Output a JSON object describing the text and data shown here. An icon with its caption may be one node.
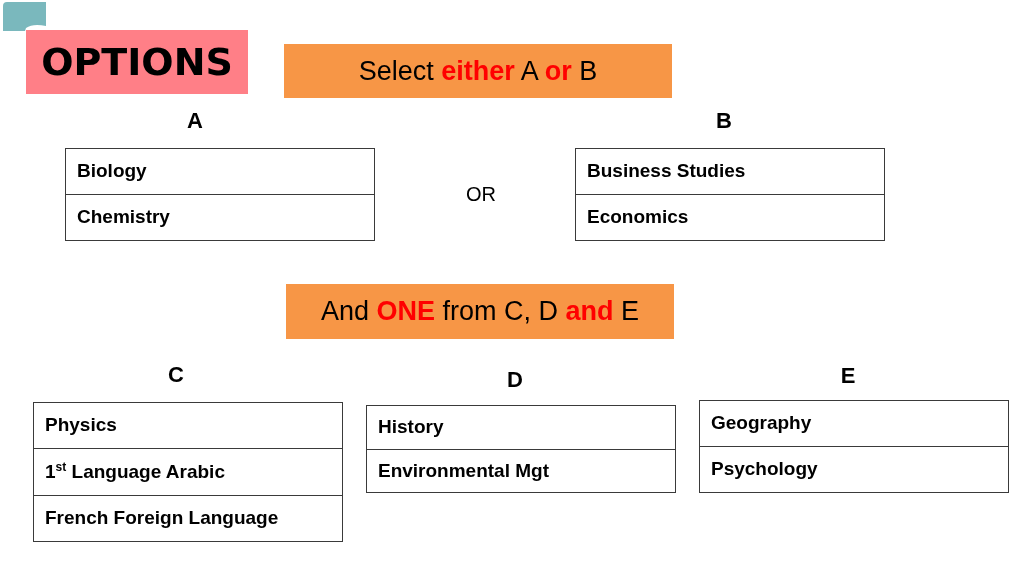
{
  "diagram": {
    "title": "OPTIONS",
    "nodes": [
      {
        "text": [
          "Select **either** A **or** B"
        ]
      },
      {
        "text": [
          "A"
        ]
      },
      {
        "text": [
          "Biology"
        ],
        "in": 1
      },
      {
        "text": [
          "Chemistry"
        ],
        "in": 1
      },
      {
        "text": [
          "B"
        ]
      },
      {
        "text": [
          "Business Studies"
        ],
        "in": 4
      },
      {
        "text": [
          "Economics"
        ],
        "in": 4
      },
      {
        "text": [
          "And **ONE** from C, D **and** E"
        ]
      },
      {
        "text": [
          "C"
        ]
      },
      {
        "text": [
          "Physics"
        ],
        "in": 8
      },
      {
        "text": [
          "1$^{st}$ Language Arabic"
        ],
        "in": 8
      },
      {
        "text": [
          "French Foreign Language"
        ],
        "in": 8
      },
      {
        "text": [
          "D"
        ]
      },
      {
        "text": [
          "History"
        ],
        "in": 12
      },
      {
        "text": [
          "Environmental Mgt"
        ],
        "in": 12
      },
      {
        "text": [
          "E"
        ]
      },
      {
        "text": [
          "Geography"
        ],
        "in": 15
      },
      {
        "text": [
          "Psychology"
        ],
        "in": 15
      }
    ],
    "labels": [
      "OR"
    ]
  }
}
